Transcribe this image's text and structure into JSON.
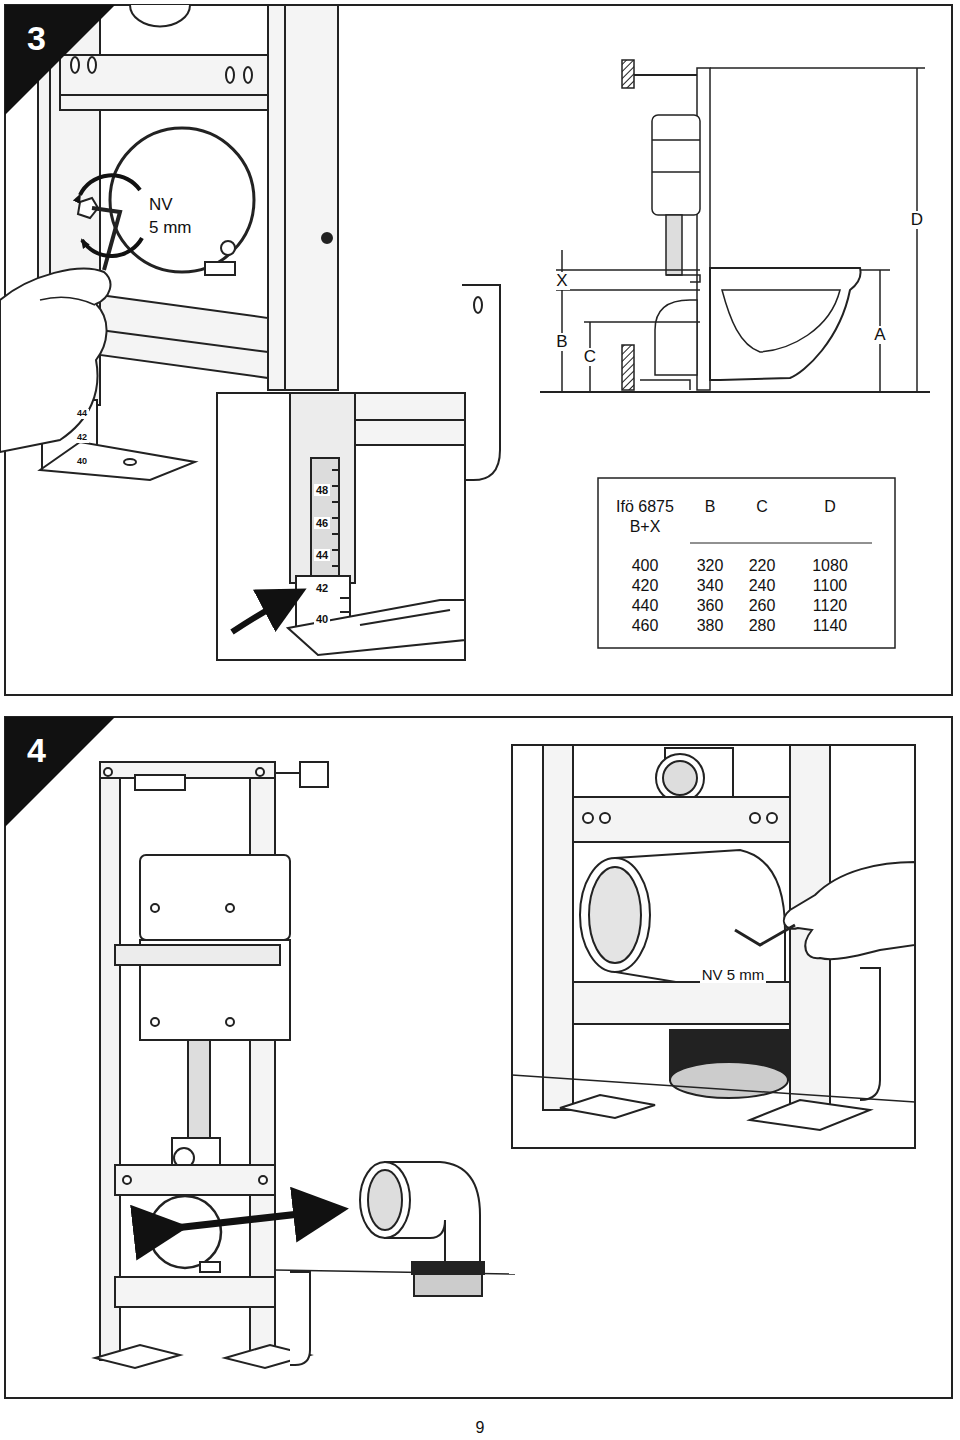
{
  "diagram": {
    "nodes": [
      {
        "text": [
          "3"
        ]
      },
      {
        "text": [
          "4"
        ]
      }
    ],
    "labels": [
      "NV",
      "5 mm",
      "44",
      "42",
      "40",
      "D",
      "X",
      "B",
      "C",
      "A",
      "48",
      "46",
      "44",
      "42",
      "40",
      "Ifö 6875",
      "B+X",
      "B",
      "C",
      "D",
      "400",
      "320",
      "220",
      "1080",
      "420",
      "340",
      "240",
      "1100",
      "440",
      "360",
      "260",
      "1120",
      "460",
      "380",
      "280",
      "1140",
      "NV 5 mm",
      "9"
    ]
  }
}
